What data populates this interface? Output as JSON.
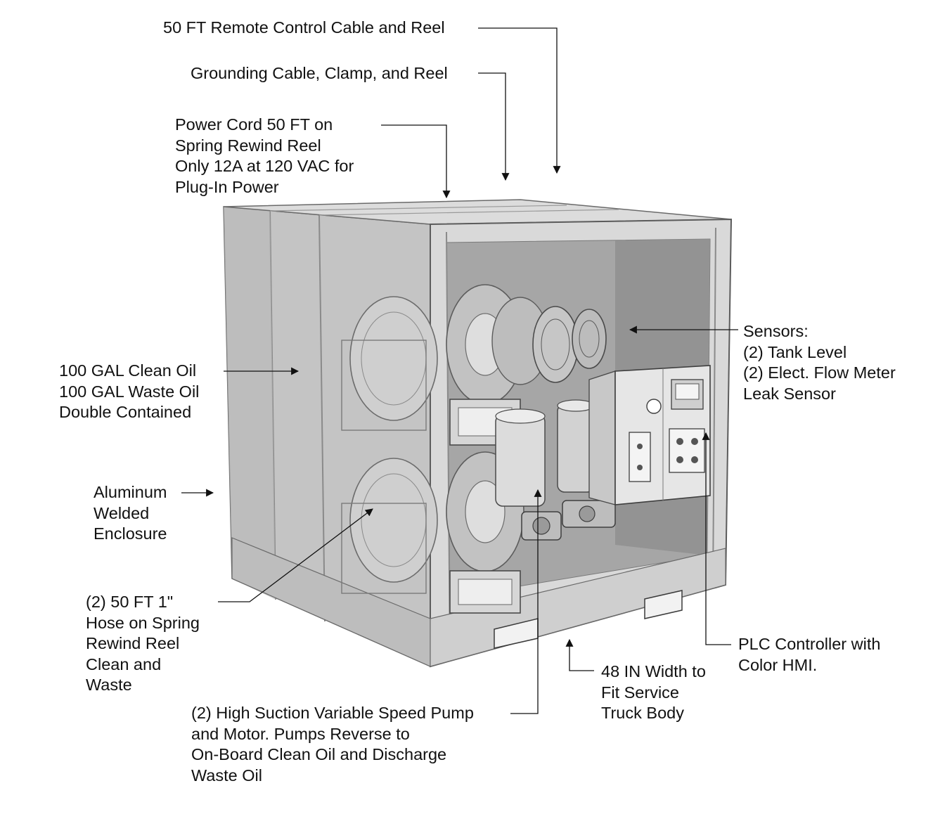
{
  "callouts": {
    "remote_cable": [
      "50 FT Remote Control Cable and Reel"
    ],
    "grounding": [
      "Grounding Cable, Clamp, and Reel"
    ],
    "power_cord": [
      "Power Cord 50 FT on",
      "Spring Rewind Reel",
      "Only 12A at 120 VAC for",
      "Plug-In Power"
    ],
    "tanks": [
      "100 GAL Clean Oil",
      "100 GAL Waste Oil",
      "Double Contained"
    ],
    "enclosure": [
      "Aluminum",
      "Welded",
      "Enclosure"
    ],
    "hose_reels": [
      "(2) 50 FT 1\"",
      "Hose on Spring",
      "Rewind Reel",
      "Clean and",
      "Waste"
    ],
    "pumps": [
      "(2) High Suction Variable Speed Pump",
      "and Motor.  Pumps Reverse to",
      "On-Board Clean Oil and Discharge",
      "Waste Oil"
    ],
    "width": [
      "48 IN Width to",
      "Fit Service",
      "Truck Body"
    ],
    "sensors": [
      "Sensors:",
      "(2) Tank Level",
      "(2) Elect. Flow Meter",
      "Leak Sensor"
    ],
    "plc": [
      "PLC Controller with",
      "Color HMI."
    ]
  },
  "colors": {
    "ink": "#111111",
    "enclosure_fill": "#c9c9c9",
    "enclosure_edge": "#6e6e6e",
    "interior": "#a9a9a9"
  }
}
